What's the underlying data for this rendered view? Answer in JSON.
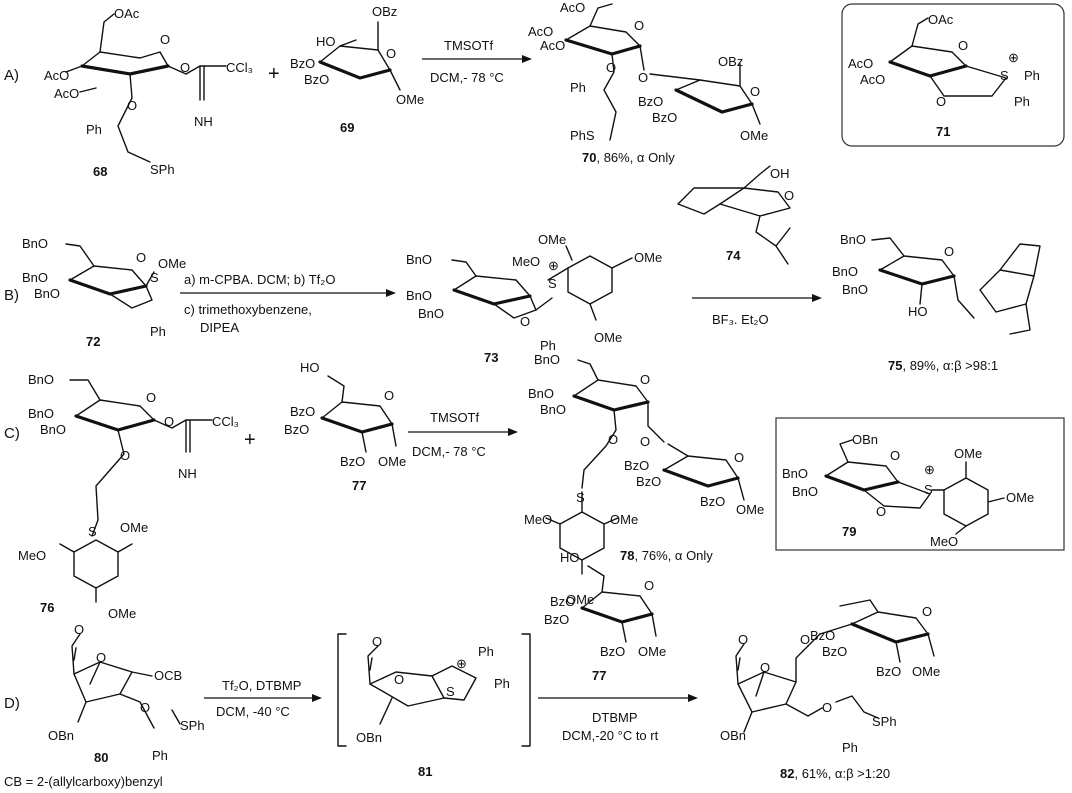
{
  "rows": {
    "A": "A)",
    "B": "B)",
    "C": "C)",
    "D": "D)"
  },
  "plus": "+",
  "compounds": {
    "c68": "68",
    "c69": "69",
    "c70": "70",
    "c71": "71",
    "c72": "72",
    "c73": "73",
    "c74": "74",
    "c75": "75",
    "c76": "76",
    "c77": "77",
    "c78": "78",
    "c79": "79",
    "c80": "80",
    "c81": "81",
    "c82": "82"
  },
  "yields": {
    "y70": ", 86%, α Only",
    "y75": ", 89%, α:β >98:1",
    "y78": ", 76%, α Only",
    "y82": ", 61%, α:β >1:20"
  },
  "conditions": {
    "A_top": "TMSOTf",
    "A_bottom": "DCM,- 78 °C",
    "B1_top": "a) m-CPBA. DCM; b) Tf₂O",
    "B1_bottom1": "c) trimethoxybenzene,",
    "B1_bottom2": "DIPEA",
    "B2_bottom": "BF₃. Et₂O",
    "C_top": "TMSOTf",
    "C_bottom": "DCM,- 78 °C",
    "D1_top": "Tf₂O, DTBMP",
    "D1_bottom": "DCM, -40 °C",
    "D2_bottom1": "DTBMP",
    "D2_bottom2": "DCM,-20 °C to rt"
  },
  "footnote": "CB = 2-(allylcarboxy)benzyl",
  "groups": {
    "OAc": "OAc",
    "AcO": "AcO",
    "OBz": "OBz",
    "BzO": "BzO",
    "OMe": "OMe",
    "MeO": "MeO",
    "BnO": "BnO",
    "OBn": "OBn",
    "CCl3": "CCl₃",
    "NH": "NH",
    "O": "O",
    "S": "S",
    "Ph": "Ph",
    "SPh": "SPh",
    "PhS": "PhS",
    "HO": "HO",
    "OH": "OH",
    "OCB": "OCB",
    "plusCharge": "⊕"
  }
}
